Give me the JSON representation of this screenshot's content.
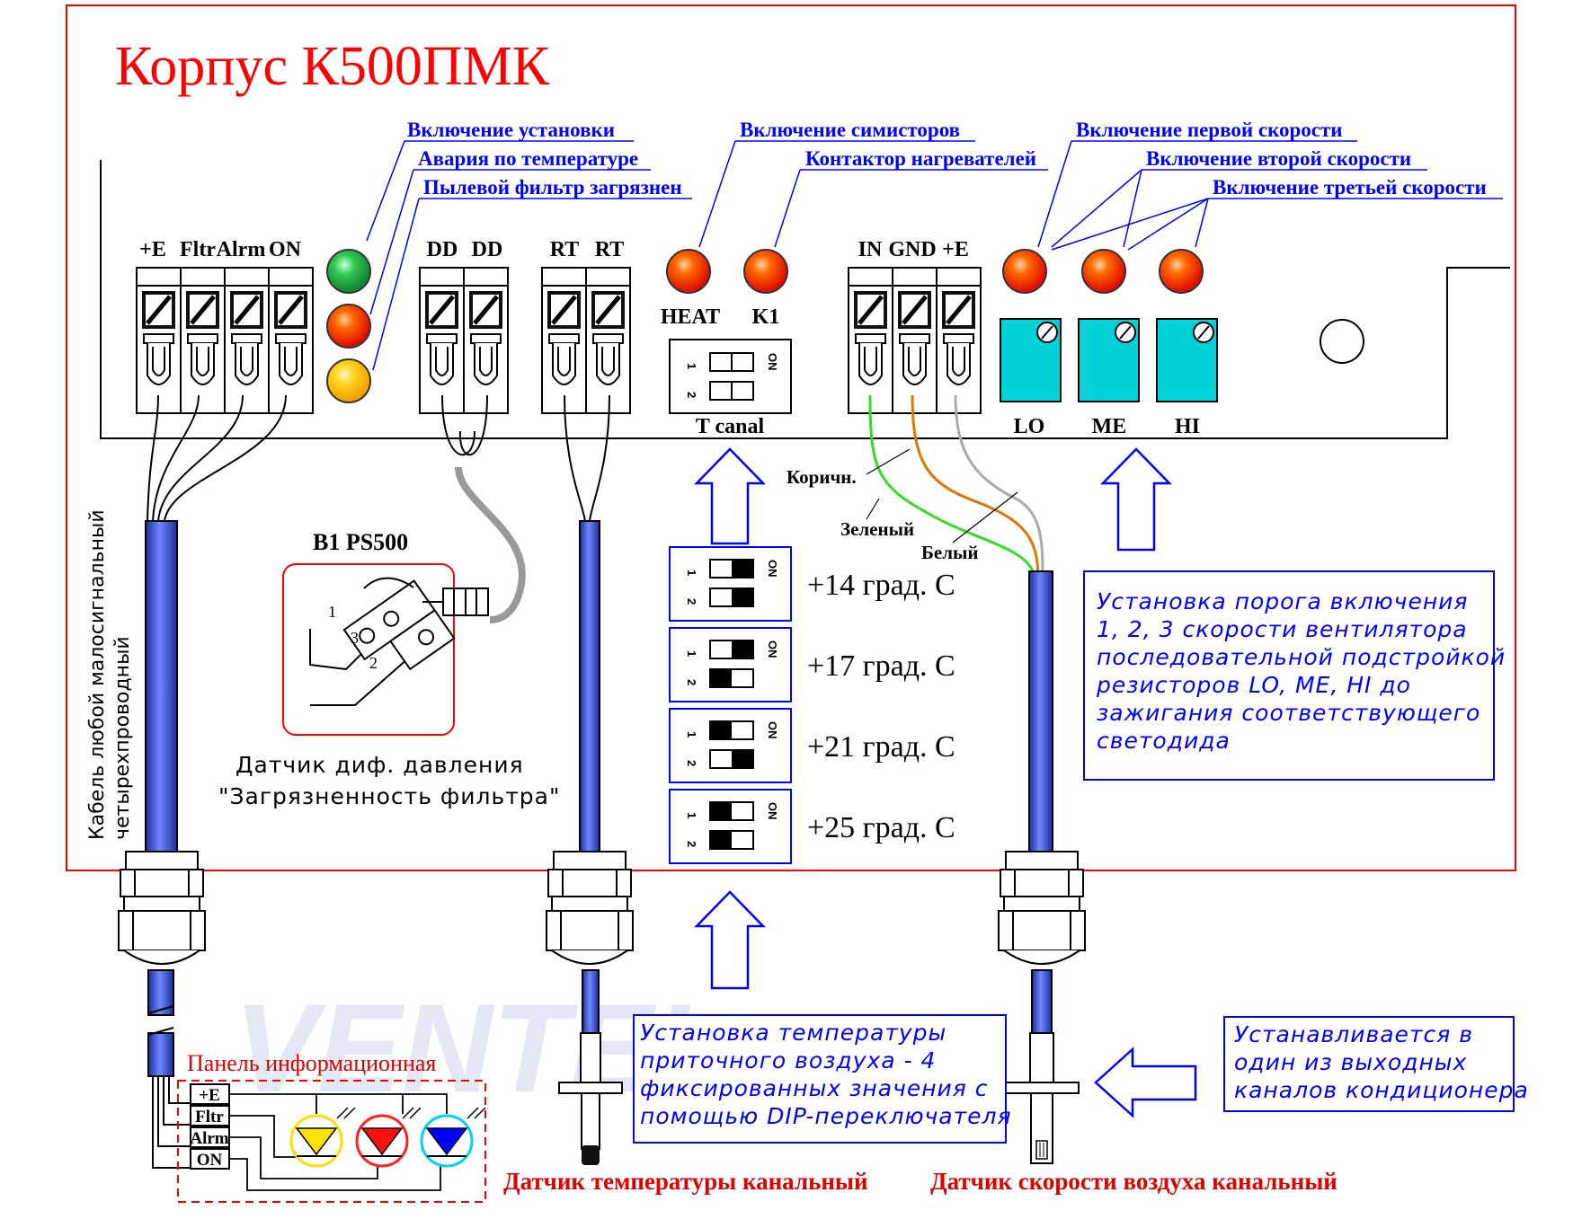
{
  "title": "Корпус К500ПМК",
  "labels": {
    "power_on": "Включение установки",
    "temp_alarm": "Авария по температуре",
    "dust_filter": "Пылевой фильтр загрязнен",
    "triac_on": "Включение симисторов",
    "heater_contactor": "Контактор нагревателей",
    "speed1": "Включение первой скорости",
    "speed2": "Включение второй скорости",
    "speed3": "Включение третьей скорости"
  },
  "terminals": {
    "block1": [
      "+E",
      "Fltr",
      "Alrm",
      "ON"
    ],
    "block2": [
      "DD",
      "DD"
    ],
    "block3": [
      "RT",
      "RT"
    ],
    "block4": [
      "IN",
      "GND",
      "+E"
    ]
  },
  "leds": {
    "heat_label": "HEAT",
    "k1_label": "K1",
    "colors": {
      "green": "#22bb44",
      "red": "#ff3300",
      "yellow": "#ffcc00",
      "orange": "#ff4400"
    }
  },
  "dip": {
    "caption": "T canal",
    "on_label": "ON",
    "settings": [
      "+14 град. С",
      "+17 град. С",
      "+21 град. С",
      "+25 град. С"
    ]
  },
  "resistors": [
    "LO",
    "ME",
    "HI"
  ],
  "wires": {
    "brown": "Коричн.",
    "green": "Зеленый",
    "white": "Белый"
  },
  "sensor": {
    "model": "B1 PS500",
    "pins": [
      "1",
      "3",
      "2"
    ],
    "caption_line1": "Датчик диф. давления",
    "caption_line2": "\"Загрязненность фильтра\""
  },
  "cable_label_line1": "Кабель любой малосигнальный",
  "cable_label_line2": "четырехпроводный",
  "notes": {
    "speed_threshold": [
      "Установка порога включения",
      "1, 2, 3 скорости вентилятора",
      "последовательной подстройкой",
      "резисторов LO, ME, HI до",
      "зажигания соответствующего",
      "светодида"
    ],
    "supply_temp": [
      "Установка температуры",
      "приточного воздуха - 4",
      "фиксированных значения с",
      "помощью DIP-переключателя"
    ],
    "install": [
      "Устанавливается в",
      "один из выходных",
      "каналов кондиционера"
    ]
  },
  "panel": {
    "title": "Панель информационная",
    "rows": [
      "+E",
      "Fltr",
      "Alrm",
      "ON"
    ]
  },
  "captions": {
    "temp_sensor": "Датчик температуры канальный",
    "air_speed_sensor": "Датчик скорости воздуха канальный"
  },
  "watermark": "VENTEL"
}
